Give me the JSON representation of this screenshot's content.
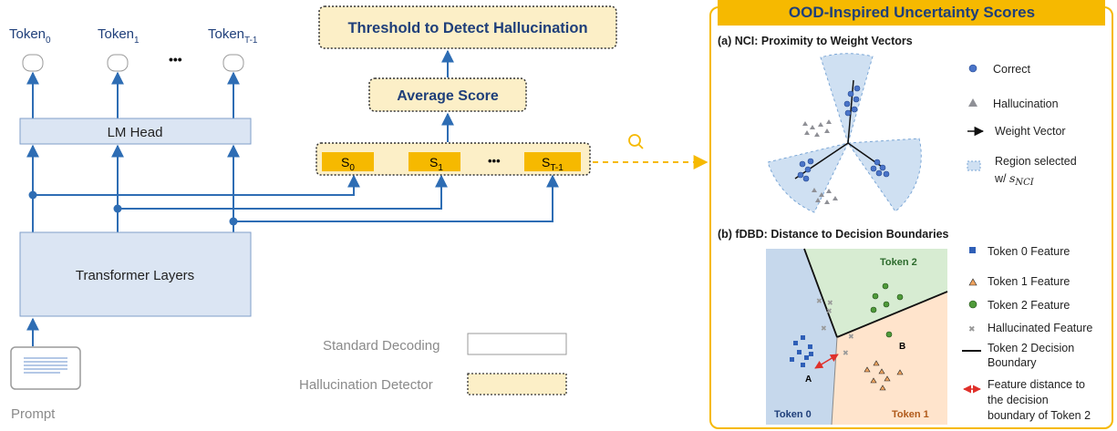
{
  "tokens": [
    {
      "base": "Token",
      "sub": "0"
    },
    {
      "base": "Token",
      "sub": "1"
    },
    {
      "base": "Token",
      "sub": "T-1"
    }
  ],
  "ellipsis": "•••",
  "lm_head": "LM Head",
  "transformer": "Transformer Layers",
  "prompt": "Prompt",
  "threshold": "Threshold to Detect Hallucination",
  "average": "Average Score",
  "scores": [
    {
      "base": "S",
      "sub": "0"
    },
    {
      "base": "S",
      "sub": "1"
    },
    {
      "base": "S",
      "sub": "T-1"
    }
  ],
  "legend_left": {
    "standard": "Standard Decoding",
    "detector": "Hallucination Detector"
  },
  "panel": {
    "title": "OOD-Inspired Uncertainty Scores",
    "section_a": "(a) NCI: Proximity to Weight Vectors",
    "section_b": "(b) fDBD: Distance to Decision Boundaries",
    "legend_a": {
      "correct": "Correct",
      "hallucination": "Hallucination",
      "weight": "Weight Vector",
      "region_1": "Region selected",
      "region_2": "w/ ",
      "region_sym": "s",
      "region_symsub": "NCI"
    },
    "legend_b": {
      "t0": "Token 0 Feature",
      "t1": "Token 1 Feature",
      "t2": "Token 2 Feature",
      "hf": "Hallucinated Feature",
      "boundary_1": "Token 2 Decision",
      "boundary_2": "Boundary",
      "dist_1": "Feature distance to",
      "dist_2": "the decision",
      "dist_3": "boundary of Token 2"
    },
    "plot": {
      "region_t0": "Token 0",
      "region_t1": "Token 1",
      "region_t2": "Token 2",
      "point_a": "A",
      "point_b": "B"
    }
  },
  "colors": {
    "blue": "#2e6db4",
    "box_fill": "#dbe5f3",
    "box_stroke": "#7f9ec9",
    "yellow": "#f6b900",
    "yellow_light": "#fcefc7",
    "panel_title_bg": "#f6b900"
  }
}
